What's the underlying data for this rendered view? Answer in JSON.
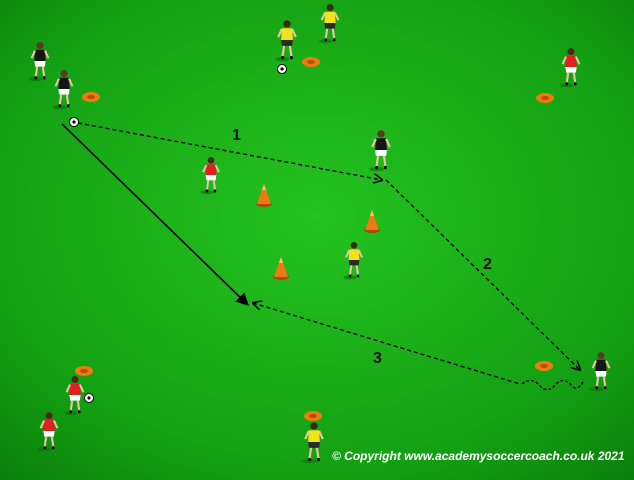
{
  "diagram": {
    "pass_labels": [
      "1",
      "2",
      "3"
    ],
    "copyright": "© Copyright www.academysoccercoach.co.uk 2021",
    "colors": {
      "pitch_center": "#22bf1e",
      "pitch_edge": "#0a7d0a",
      "team_red": "#e02020",
      "team_yellow": "#f2e21a",
      "team_black": "#151515",
      "cone": "#f07a12"
    },
    "player_groups": [
      "black-team-players",
      "red-team-players",
      "yellow-team-players"
    ],
    "equipment": [
      "disc-cones",
      "tall-cones",
      "footballs"
    ]
  }
}
